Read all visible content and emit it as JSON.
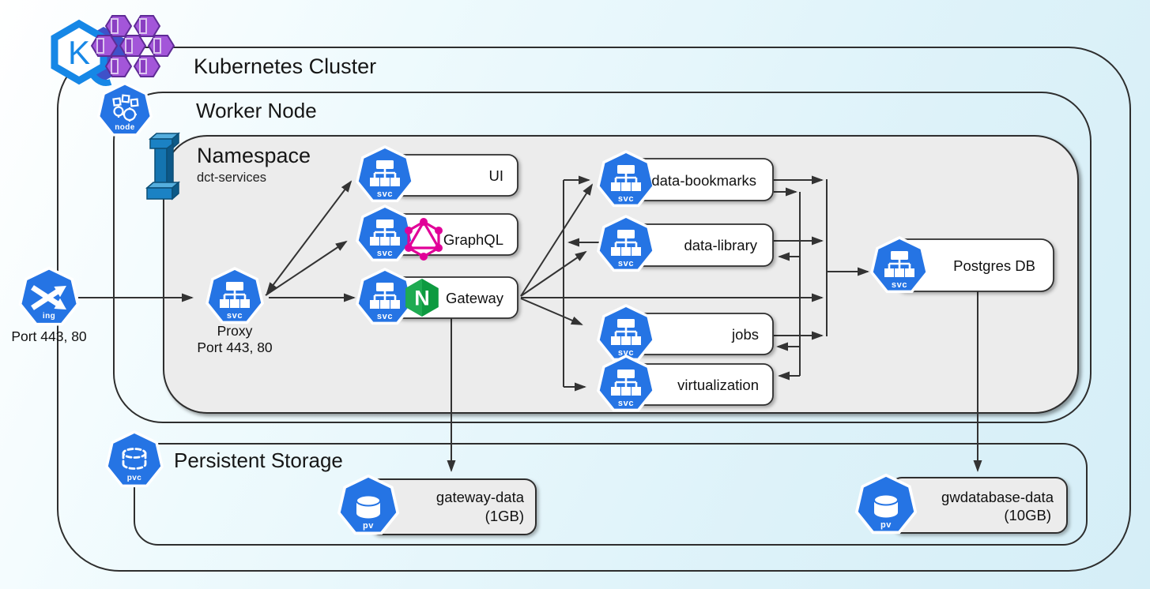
{
  "cluster": {
    "title": "Kubernetes Cluster"
  },
  "worker_node": {
    "title": "Worker Node"
  },
  "namespace": {
    "title": "Namespace",
    "subtitle": "dct-services"
  },
  "ingress": {
    "icon_label": "ing",
    "caption": "Port 443, 80"
  },
  "proxy": {
    "name": "Proxy",
    "caption": "Port 443, 80"
  },
  "services": {
    "ui": {
      "label": "UI"
    },
    "graphql": {
      "label": "GraphQL"
    },
    "gateway": {
      "label": "Gateway"
    },
    "data_bookmarks": {
      "label": "data-bookmarks"
    },
    "data_library": {
      "label": "data-library"
    },
    "jobs": {
      "label": "jobs"
    },
    "virtualization": {
      "label": "virtualization"
    },
    "postgres": {
      "label": "Postgres DB"
    }
  },
  "storage": {
    "title": "Persistent Storage",
    "volumes": [
      {
        "name": "gateway-data",
        "size": "(1GB)"
      },
      {
        "name": "gwdatabase-data",
        "size": "(10GB)"
      }
    ]
  },
  "icons": {
    "svc_label": "svc",
    "node_label": "node",
    "pvc_label": "pvc",
    "pv_label": "pv",
    "k8s_letter": "K",
    "nginx_letter": "N"
  },
  "colors": {
    "k8s_blue": "#2574e4",
    "k8s_logo_blue": "#1687e6",
    "k8s_logo_dark": "#3f51c9",
    "container_purple": "#a356d9",
    "graphql_pink": "#e10098",
    "nginx_green": "#0d9a40",
    "outline_dark": "#2e2e2e",
    "namespace_gray": "#ececec",
    "background_cyan": "#ddf2f9"
  }
}
